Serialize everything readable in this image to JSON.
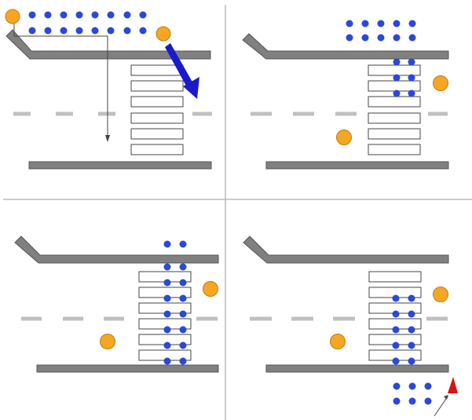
{
  "colors": {
    "background": "#ffffff",
    "road": "#808080",
    "road_edge": "#555555",
    "crossing_stripe_fill": "#ffffff",
    "crossing_stripe_stroke": "#444444",
    "lane_dash": "#c0c0c0",
    "panel_divider": "#bbbbbb",
    "vehicle": "#f5a623",
    "pedestrian": "#2a49d9",
    "direction_arrow": "#1a1acc",
    "warning_marker": "#dd1111",
    "path_line": "#444444"
  },
  "panels": [
    {
      "id": "panel-1",
      "description_hidden": false,
      "vehicles_count": 2,
      "pedestrians_count": 16,
      "has_direction_arrow": true,
      "has_path_line": true,
      "has_warning_marker": false
    },
    {
      "id": "panel-2",
      "vehicles_count": 2,
      "pedestrians_count": 16,
      "has_direction_arrow": false,
      "has_path_line": false,
      "has_warning_marker": false
    },
    {
      "id": "panel-3",
      "vehicles_count": 2,
      "pedestrians_count": 16,
      "has_direction_arrow": false,
      "has_path_line": false,
      "has_warning_marker": false
    },
    {
      "id": "panel-4",
      "vehicles_count": 2,
      "pedestrians_count": 16,
      "has_direction_arrow": false,
      "has_path_line": true,
      "has_warning_marker": true
    }
  ],
  "icons": {
    "vehicle": "orange-circle",
    "pedestrian": "blue-dot",
    "direction": "blue-arrow",
    "warning": "red-triangle"
  }
}
